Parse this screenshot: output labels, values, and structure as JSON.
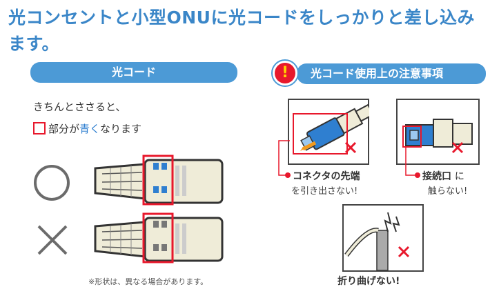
{
  "heading": {
    "line1": "光コンセントと小型ONUに光コードをしっかりと差し込み",
    "line2": "ます。"
  },
  "left": {
    "pill_label": "光コード",
    "instruction_line1": "きちんとささると、",
    "instruction_line2_part1": "部分が",
    "instruction_line2_blue": "青く",
    "instruction_line2_part2": "なります",
    "good_symbol": "○",
    "bad_symbol": "×",
    "note": "※形状は、異なる場合があります。"
  },
  "right": {
    "pill_label": "光コード使用上の注意事項",
    "warning_glyph": "!",
    "caution1_main": "コネクタの先端",
    "caution1_sub": "を引き出さない!",
    "caution2_main": "接続口",
    "caution2_main_suffix": "に",
    "caution2_sub": "触らない!",
    "caution3": "折り曲げない!"
  },
  "colors": {
    "title_blue": "#3a86c8",
    "pill_blue": "#4c9ad6",
    "warning_red": "#e8182c",
    "connector_blue": "#2f7fd0"
  }
}
